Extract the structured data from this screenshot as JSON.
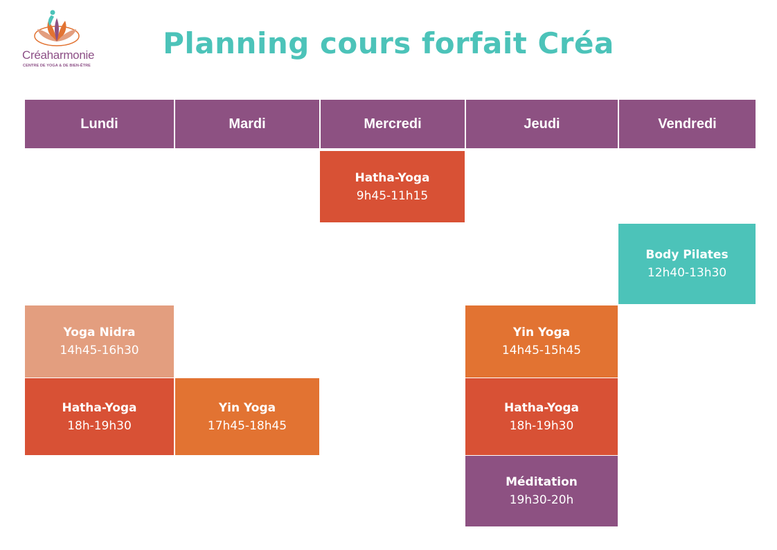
{
  "logo": {
    "brand": "Créaharmonie",
    "tagline": "CENTRE DE YOGA & DE BIEN-ÊTRE"
  },
  "title": "Planning cours forfait Créa",
  "days": [
    "Lundi",
    "Mardi",
    "Mercredi",
    "Jeudi",
    "Vendredi"
  ],
  "colors": {
    "header": "#8d5182",
    "hatha": "#d85135",
    "yin": "#e27332",
    "nidra": "#e39e7f",
    "pilates": "#4cc3b9",
    "meditation": "#8d5182",
    "title": "#4cc3b9"
  },
  "classes": [
    {
      "day": "Mercredi",
      "name": "Hatha-Yoga",
      "time": "9h45-11h15",
      "color": "#d85135"
    },
    {
      "day": "Vendredi",
      "name": "Body Pilates",
      "time": "12h40-13h30",
      "color": "#4cc3b9"
    },
    {
      "day": "Lundi",
      "name": "Yoga Nidra",
      "time": "14h45-16h30",
      "color": "#e39e7f"
    },
    {
      "day": "Jeudi",
      "name": "Yin Yoga",
      "time": "14h45-15h45",
      "color": "#e27332"
    },
    {
      "day": "Lundi",
      "name": "Hatha-Yoga",
      "time": "18h-19h30",
      "color": "#d85135"
    },
    {
      "day": "Mardi",
      "name": "Yin Yoga",
      "time": "17h45-18h45",
      "color": "#e27332"
    },
    {
      "day": "Jeudi",
      "name": "Hatha-Yoga",
      "time": "18h-19h30",
      "color": "#d85135"
    },
    {
      "day": "Jeudi",
      "name": "Méditation",
      "time": "19h30-20h",
      "color": "#8d5182"
    }
  ]
}
